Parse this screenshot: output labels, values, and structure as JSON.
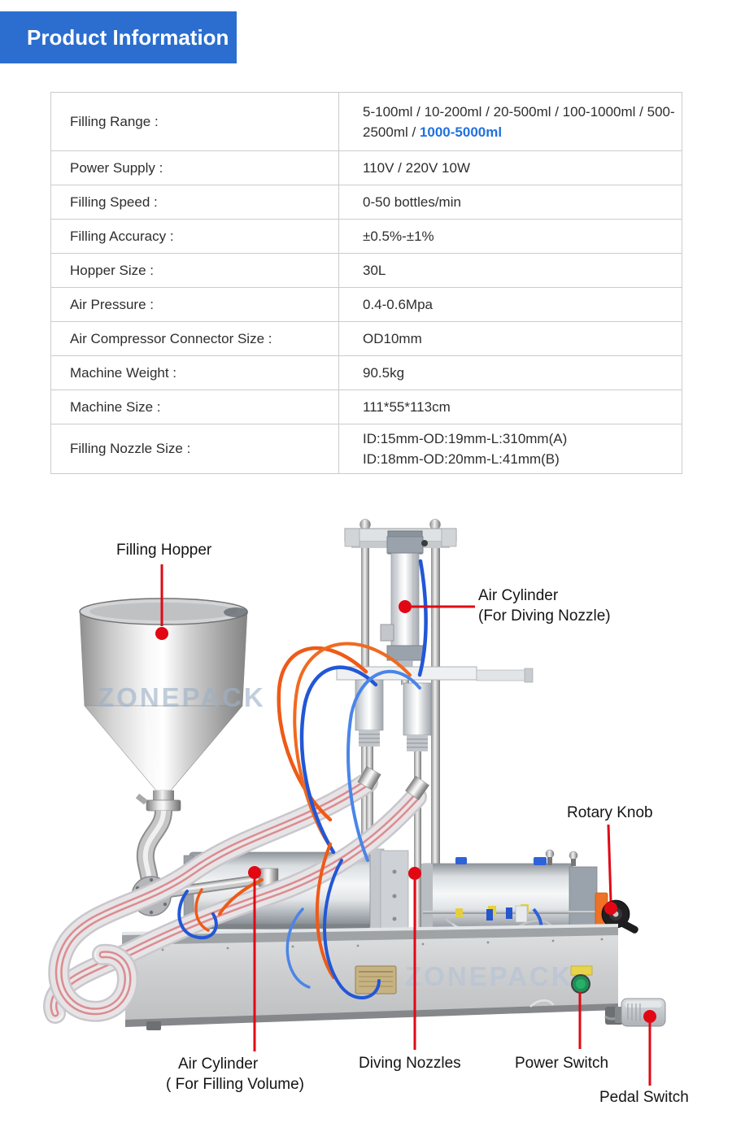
{
  "header": {
    "title": "Product Information",
    "bg_color": "#2b6ecf",
    "text_color": "#ffffff"
  },
  "spec_table": {
    "border_color": "#cccccc",
    "highlight_color": "#2071e0",
    "rows": [
      {
        "label": "Filling Range :",
        "value": "5-100ml / 10-200ml / 20-500ml / 100-1000ml / 500-2500ml / ",
        "highlight": "1000-5000ml"
      },
      {
        "label": "Power Supply :",
        "value": "110V / 220V 10W"
      },
      {
        "label": "Filling Speed :",
        "value": "0-50 bottles/min"
      },
      {
        "label": "Filling Accuracy :",
        "value": "±0.5%-±1%"
      },
      {
        "label": "Hopper Size :",
        "value": "30L"
      },
      {
        "label": "Air Pressure :",
        "value": "0.4-0.6Mpa"
      },
      {
        "label": "Air Compressor Connector Size :",
        "value": "OD10mm"
      },
      {
        "label": "Machine Weight :",
        "value": "90.5kg"
      },
      {
        "label": "Machine Size :",
        "value": "111*55*113cm"
      },
      {
        "label": "Filling Nozzle Size :",
        "value_line1": "ID:15mm-OD:19mm-L:310mm(A)",
        "value_line2": "ID:18mm-OD:20mm-L:41mm(B)"
      }
    ]
  },
  "diagram": {
    "watermark_hopper": "ZONEPACK",
    "watermark_base": "ZONEPACK",
    "annotation_color": "#e10814",
    "labels": {
      "filling_hopper": "Filling Hopper",
      "air_cylinder_diving_line1": "Air Cylinder",
      "air_cylinder_diving_line2": "(For Diving Nozzle)",
      "rotary_knob": "Rotary Knob",
      "air_cylinder_filling_line1": "Air Cylinder",
      "air_cylinder_filling_line2": "( For Filling Volume)",
      "diving_nozzles": "Diving Nozzles",
      "power_switch": "Power Switch",
      "pedal_switch": "Pedal Switch"
    }
  }
}
